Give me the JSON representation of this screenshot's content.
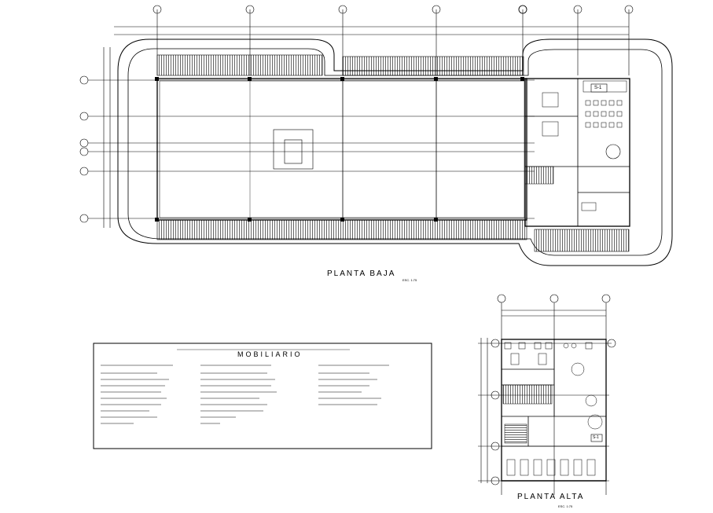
{
  "planta_baja": {
    "title": "PLANTA BAJA",
    "scale": "ESC. 1:75"
  },
  "planta_alta": {
    "title": "PLANTA ALTA",
    "scale": "ESC. 1:75"
  },
  "mobiliario": {
    "title": "MOBILIARIO"
  },
  "tile_labels": {
    "s1_ground": "S-1",
    "s1_upper": "S-1"
  }
}
